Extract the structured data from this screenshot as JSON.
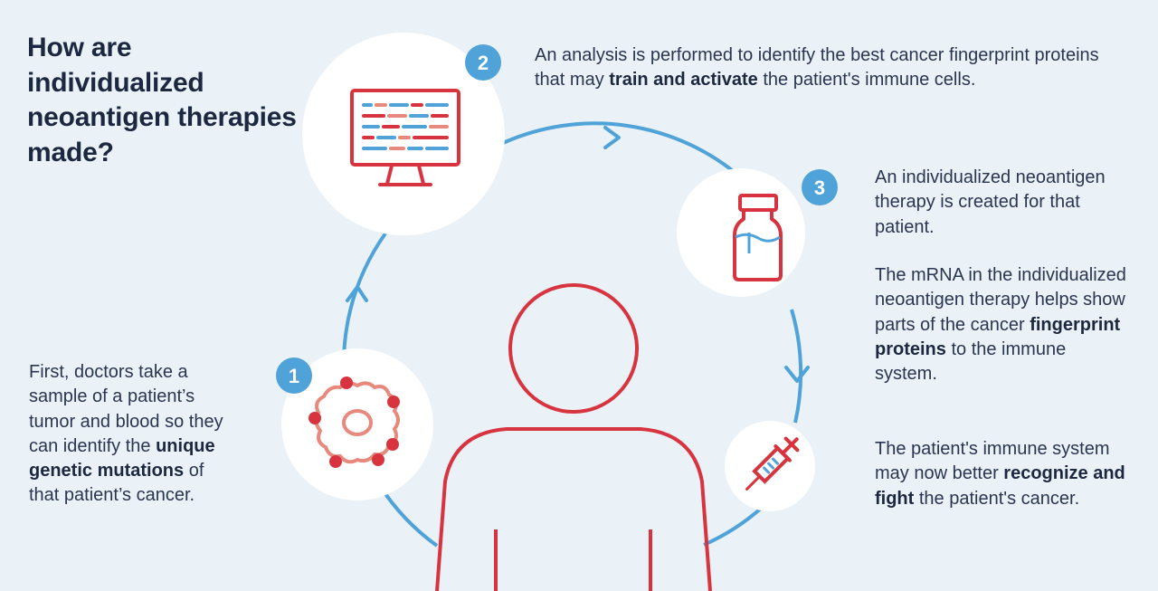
{
  "title": "How are individualized neoantigen therapies made?",
  "steps": [
    {
      "number": "1",
      "text": [
        "First, doctors take a sample of a patient’s tumor and blood so they can identify the ",
        "unique genetic mutations",
        " of that patient’s cancer."
      ]
    },
    {
      "number": "2",
      "text": [
        "An analysis is performed to identify the best cancer fingerprint proteins that may ",
        "train and activate",
        " the patient's immune cells."
      ]
    },
    {
      "number": "3",
      "text": "An individualized neoantigen therapy is created for that patient.",
      "mrna_text": [
        "The mRNA in the individualized neoantigen therapy helps show parts of the cancer ",
        "fingerprint proteins",
        " to the immune system."
      ],
      "immune_text": [
        "The patient's immune system may now better ",
        "recognize and fight",
        " the patient's cancer."
      ]
    }
  ],
  "icons": {
    "step1": "cell-icon",
    "step2": "monitor-icon",
    "step3": "vial-icon",
    "step4": "syringe-icon",
    "center": "person-icon"
  },
  "colors": {
    "background": "#eaf2f8",
    "circle": "#ffffff",
    "cycle_line": "#4fa3d9",
    "badge": "#4fa3d9",
    "icon_red": "#d7343f",
    "icon_salmon": "#e8897d",
    "icon_blue": "#4fa3d9",
    "text_dark": "#1c2740"
  }
}
